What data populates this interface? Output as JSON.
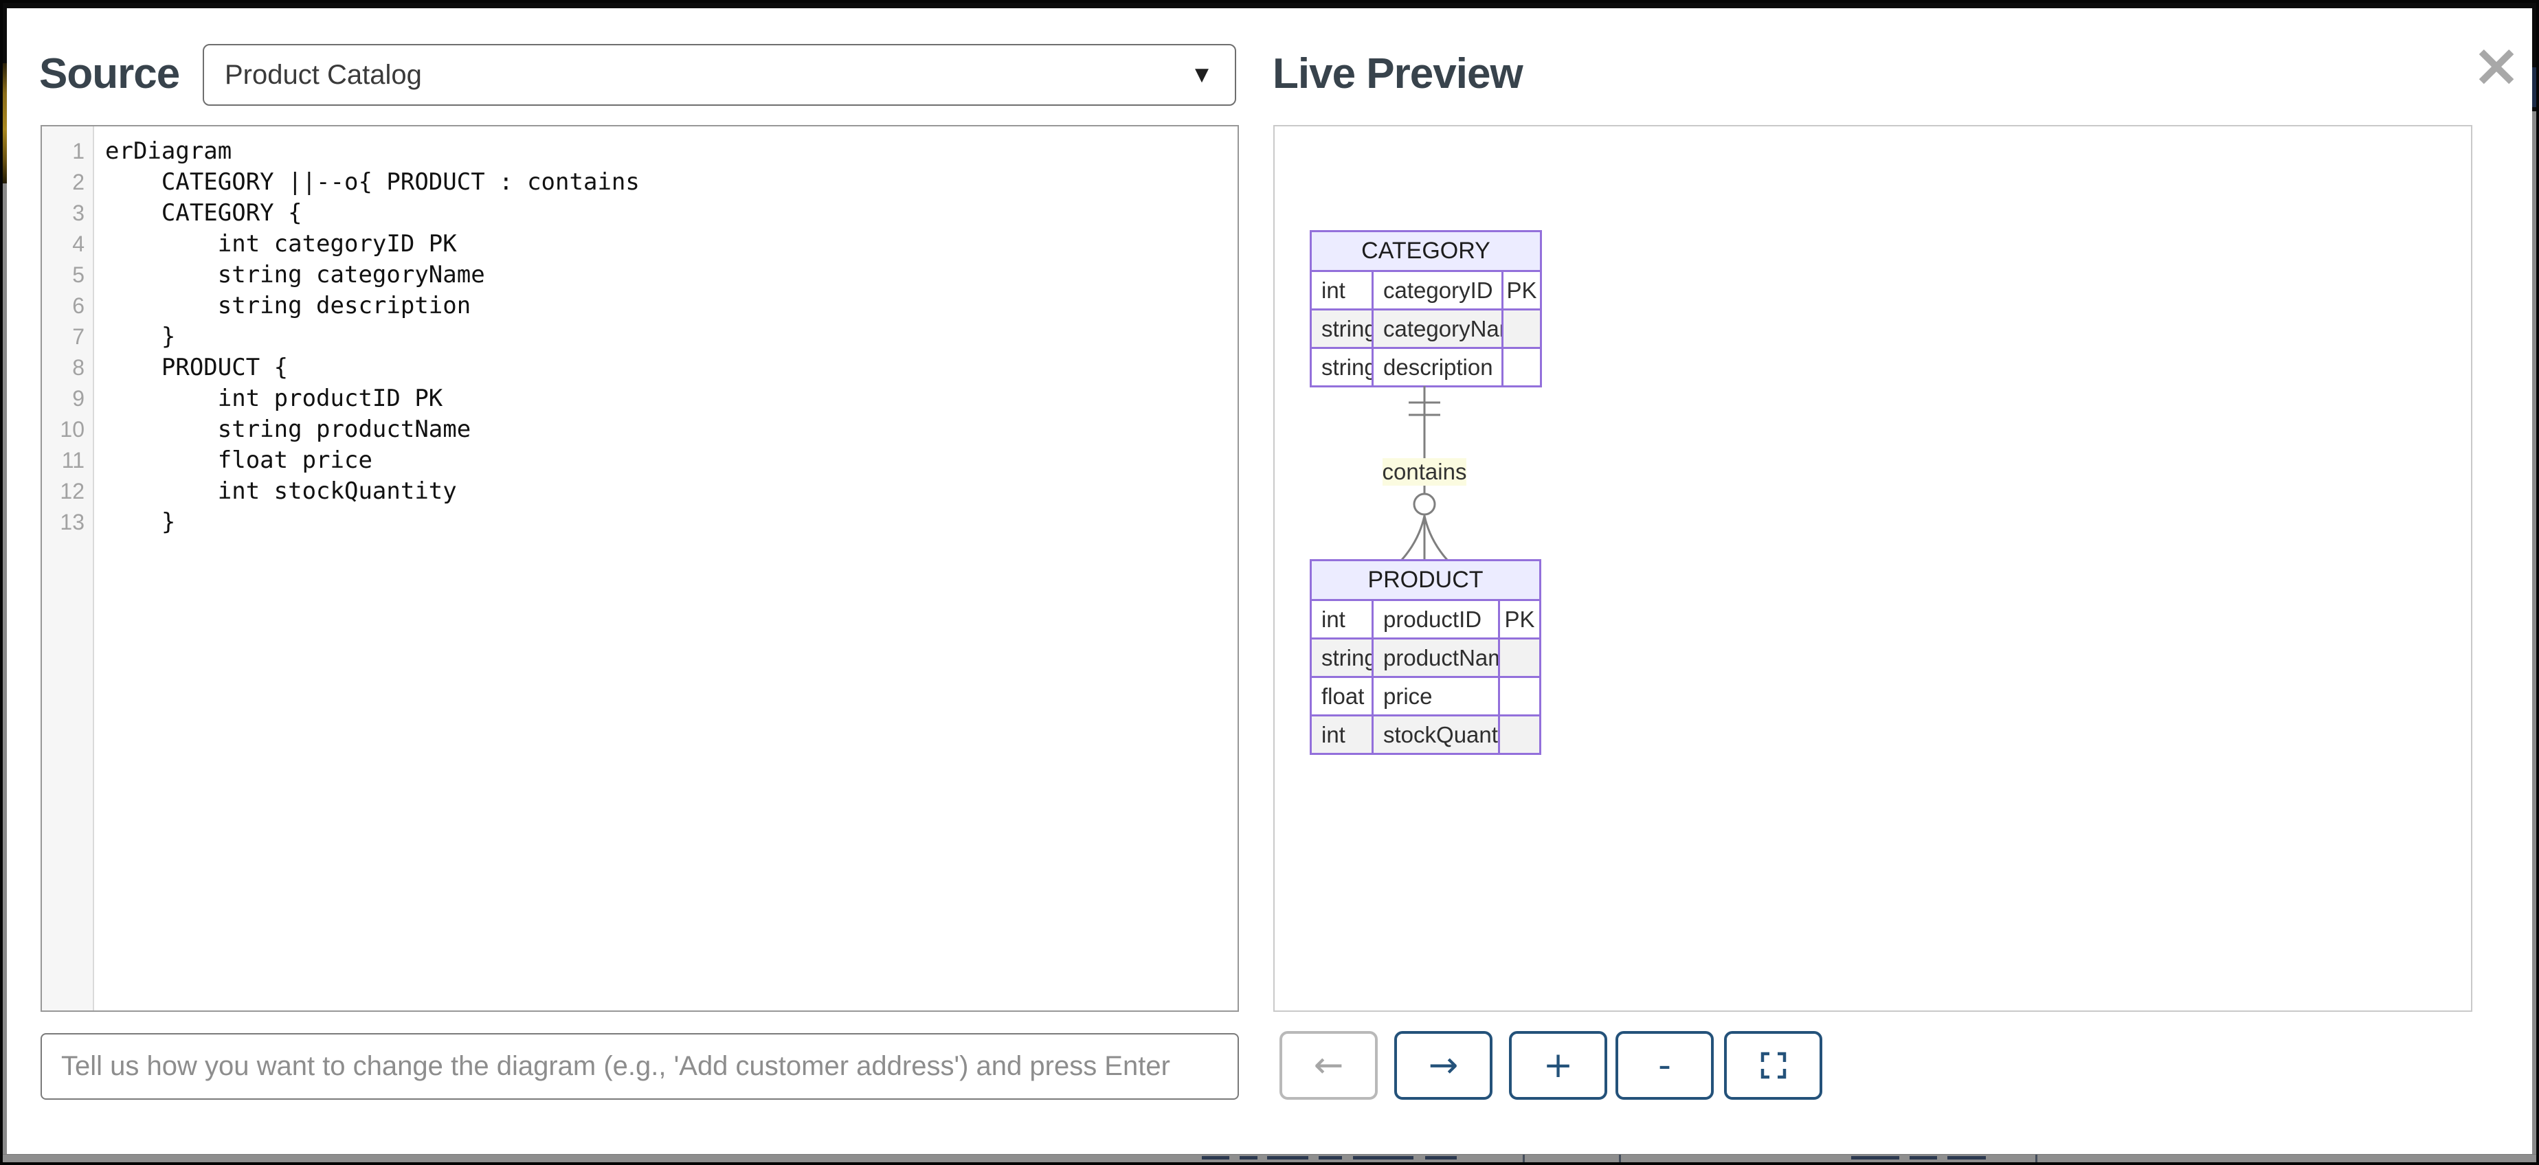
{
  "modal": {
    "close_icon": "×"
  },
  "source": {
    "title": "Source",
    "dropdown": {
      "value": "Product Catalog",
      "caret_icon": "▼"
    },
    "editor": {
      "lines": [
        {
          "n": "1",
          "t": "erDiagram"
        },
        {
          "n": "2",
          "t": "    CATEGORY ||--o{ PRODUCT : contains"
        },
        {
          "n": "3",
          "t": "    CATEGORY {"
        },
        {
          "n": "4",
          "t": "        int categoryID PK"
        },
        {
          "n": "5",
          "t": "        string categoryName"
        },
        {
          "n": "6",
          "t": "        string description"
        },
        {
          "n": "7",
          "t": "    }"
        },
        {
          "n": "8",
          "t": "    PRODUCT {"
        },
        {
          "n": "9",
          "t": "        int productID PK"
        },
        {
          "n": "10",
          "t": "        string productName"
        },
        {
          "n": "11",
          "t": "        float price"
        },
        {
          "n": "12",
          "t": "        int stockQuantity"
        },
        {
          "n": "13",
          "t": "    }"
        }
      ]
    },
    "prompt": {
      "placeholder": "Tell us how you want to change the diagram (e.g., 'Add customer address') and press Enter"
    }
  },
  "preview": {
    "title": "Live Preview",
    "diagram": {
      "entities": [
        {
          "name": "CATEGORY",
          "rows": [
            [
              "int",
              "categoryID",
              "PK"
            ],
            [
              "string",
              "categoryName",
              ""
            ],
            [
              "string",
              "description",
              ""
            ]
          ]
        },
        {
          "name": "PRODUCT",
          "rows": [
            [
              "int",
              "productID",
              "PK"
            ],
            [
              "string",
              "productName",
              ""
            ],
            [
              "float",
              "price",
              ""
            ],
            [
              "int",
              "stockQuantity",
              ""
            ]
          ]
        }
      ],
      "relationship": {
        "from": "CATEGORY",
        "to": "PRODUCT",
        "cardinality": "||--o{",
        "label": "contains"
      }
    }
  },
  "toolbar": {
    "buttons": [
      {
        "name": "back",
        "icon": "arrow-left-icon",
        "glyph": "←",
        "enabled": false
      },
      {
        "name": "forward",
        "icon": "arrow-right-icon",
        "glyph": "→",
        "enabled": true
      },
      {
        "name": "zoom-in",
        "icon": "plus-icon",
        "glyph": "+",
        "enabled": true
      },
      {
        "name": "zoom-out",
        "icon": "minus-icon",
        "glyph": "-",
        "enabled": true
      },
      {
        "name": "fullscreen",
        "icon": "crop-corners-icon",
        "glyph": "",
        "enabled": true
      }
    ]
  },
  "colors": {
    "entity_border": "#9370DB",
    "entity_header_fill": "#ECECFF",
    "entity_row_alt_fill": "#F2F2F2",
    "relationship_label_bg": "#FBFBE0",
    "relationship_line": "#7F7F7F",
    "button_accent": "#24527A",
    "heading_text": "#38434C"
  }
}
